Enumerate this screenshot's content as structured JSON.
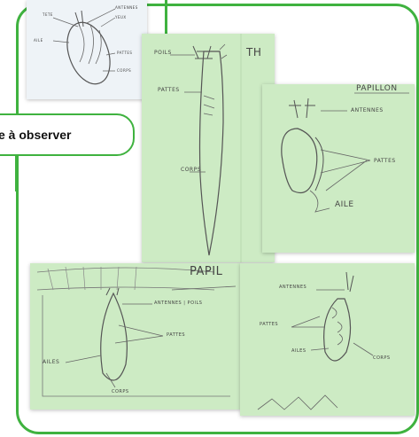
{
  "callout": {
    "text": "e à observer"
  },
  "photo_1": {
    "labels": {
      "tete": "TETE",
      "antennes": "ANTENNES",
      "aile": "AILE",
      "pattes": "PATTES",
      "yeux": "YEUX",
      "corps": "CORPS"
    }
  },
  "photo_2": {
    "labels": {
      "poils": "POILS",
      "pattes": "PATTES",
      "corps": "CORPS",
      "title_fragment": "TH"
    }
  },
  "photo_3": {
    "labels": {
      "title": "PAPILLON",
      "antennes": "ANTENNES",
      "pattes": "PATTES",
      "aile": "AILE"
    }
  },
  "photo_4": {
    "labels": {
      "title": "PAPIL",
      "antennes_poils": "ANTENNES | POILS",
      "pattes": "PATTES",
      "ailes": "AILES",
      "corps": "CORPS"
    }
  },
  "photo_5": {
    "labels": {
      "antennes": "ANTENNES",
      "pattes": "PATTES",
      "ailes": "AILES",
      "corps": "CORPS"
    }
  },
  "colors": {
    "frame": "#3fb23f",
    "paper_green": "#cdebc4",
    "paper_white": "#eef3f7"
  }
}
